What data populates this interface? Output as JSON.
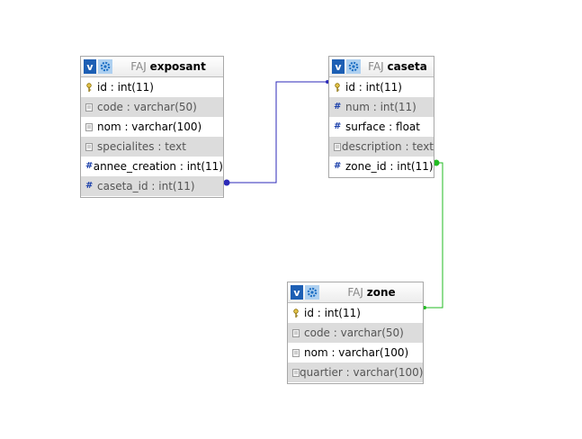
{
  "colors": {
    "relation_1": "#2c2ab8",
    "relation_2": "#22bb22",
    "header_v": "#1d5fb4",
    "row_alt": "#dcdcdc"
  },
  "tables": {
    "exposant": {
      "db": "FAJ",
      "name": "exposant",
      "columns": [
        {
          "text": "id : int(11)",
          "icon": "key-icon"
        },
        {
          "text": "code : varchar(50)",
          "icon": "text-field-icon"
        },
        {
          "text": "nom : varchar(100)",
          "icon": "text-field-icon"
        },
        {
          "text": "specialites : text",
          "icon": "text-field-icon"
        },
        {
          "text": "annee_creation : int(11)",
          "icon": "number-hash-icon"
        },
        {
          "text": "caseta_id : int(11)",
          "icon": "number-hash-icon"
        }
      ]
    },
    "caseta": {
      "db": "FAJ",
      "name": "caseta",
      "columns": [
        {
          "text": "id : int(11)",
          "icon": "key-icon"
        },
        {
          "text": "num : int(11)",
          "icon": "number-hash-icon"
        },
        {
          "text": "surface : float",
          "icon": "number-hash-icon"
        },
        {
          "text": "description : text",
          "icon": "text-field-icon"
        },
        {
          "text": "zone_id : int(11)",
          "icon": "number-hash-icon"
        }
      ]
    },
    "zone": {
      "db": "FAJ",
      "name": "zone",
      "columns": [
        {
          "text": "id : int(11)",
          "icon": "key-icon"
        },
        {
          "text": "code : varchar(50)",
          "icon": "text-field-icon"
        },
        {
          "text": "nom : varchar(100)",
          "icon": "text-field-icon"
        },
        {
          "text": "quartier : varchar(100)",
          "icon": "text-field-icon"
        }
      ]
    }
  },
  "header_buttons": {
    "toggle_label": "v"
  }
}
